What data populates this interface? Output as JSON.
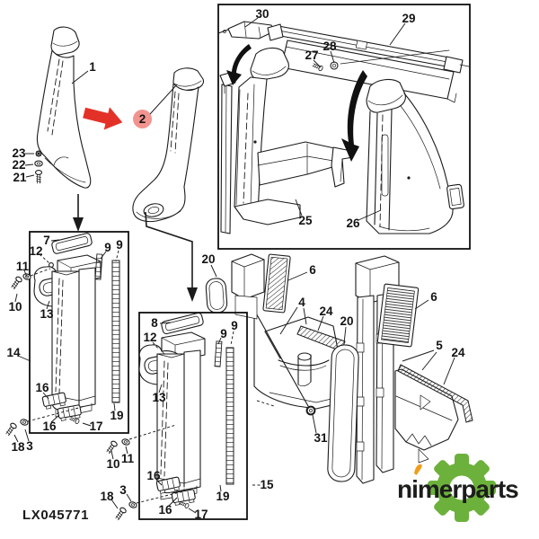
{
  "code_label": "LX045771",
  "brand": {
    "name": "nimerparts",
    "gear_color": "#3e8914",
    "accent_color": "#f09d1c",
    "text_color": "#1d1d1b"
  },
  "highlight": {
    "number": "2",
    "arrow_color": "#e43127",
    "circle_fill": "#f2938f",
    "number_color": "#8f1d15"
  },
  "callouts": {
    "main": [
      "1",
      "23",
      "22",
      "21"
    ],
    "box_left": [
      "7",
      "12",
      "11",
      "10",
      "13",
      "14",
      "16",
      "16",
      "17",
      "19",
      "9",
      "9",
      "18",
      "3"
    ],
    "box_center": [
      "8",
      "12",
      "9",
      "9",
      "13",
      "16",
      "16",
      "17",
      "19",
      "15"
    ],
    "center_hardware": [
      "10",
      "11",
      "18",
      "3"
    ],
    "inset": [
      "30",
      "29",
      "28",
      "27",
      "25",
      "26"
    ],
    "assembly": [
      "6",
      "4",
      "24",
      "20",
      "6",
      "5",
      "24",
      "31",
      "20"
    ]
  }
}
